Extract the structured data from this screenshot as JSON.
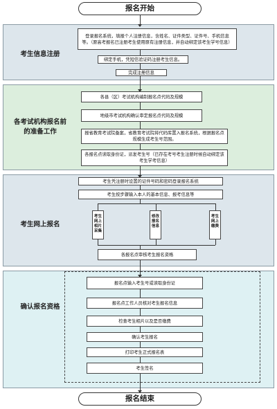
{
  "start": "报名开始",
  "end": "报名结束",
  "sections": [
    {
      "label": "考生信息注册"
    },
    {
      "label": "各考试机构报名前的准备工作"
    },
    {
      "label": "考生网上报名"
    },
    {
      "label": "确认报名资格"
    }
  ],
  "boxes": {
    "register": "登录报名系统，填报个人注册信息，含姓名、证件类型、证件号、手机信息等。（原高考报名已注册考生使用原有注册信息，并自动绑定该考生学号信息）",
    "bind_phone": "绑定手机，凭短信验证码注册考生信息。",
    "complete_register": "完成注册信息",
    "district_code": "各县（区）考试机构编制报名点代码及规模",
    "city_approve": "地级市考试机构确认审定报名点代码及规模",
    "province_import": "报省教育考试院备案，省教育考试院将代码库置入报名系统，根据报名点规模生成考生号范围。",
    "issue_number": "各报名点读取身份证，派发考生号（已存在考号考生注册时候自动绑定该考生学考信息）",
    "login_id": "考生凭注册时设置的证件号码和密码登录报名系统",
    "fill_info": "考生按步骤输入本人的基本信息、报考信息等",
    "upload_photo": "考生网上相片采集",
    "modify_info": "修改报名信息",
    "pay_fee": "考生网上缴费",
    "review": "各报名点审核考生报名资格",
    "input_number": "报名点输入考生号或读取身份证",
    "verify_info": "报名点工作人员核对考生报名信息",
    "check_photo": "检查考生相片以及是否缴费",
    "confirm": "确认考生报名",
    "print_form": "打印考生正式报名表",
    "sign": "考生签名"
  }
}
